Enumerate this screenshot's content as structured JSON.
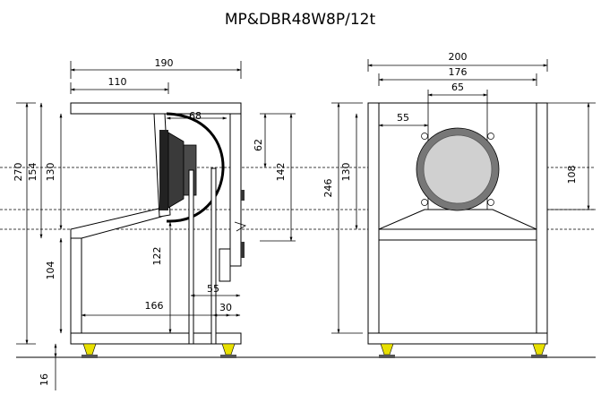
{
  "title": "MP&DBR48W8P/12t",
  "side_view": {
    "overall_depth": "190",
    "baffle_offset": "110",
    "total_height": "270",
    "upper_height": "154",
    "chamber_height": "130",
    "horn_arc": "68",
    "driver_offset": "62",
    "rear_chamber": "142",
    "duct_length": "122",
    "base_height": "104",
    "inner_length": "166",
    "port_width": "55",
    "slot_width": "30",
    "foot_height": "16"
  },
  "front_view": {
    "overall_width": "200",
    "inner_width": "176",
    "driver_width": "65",
    "driver_offset": "55",
    "inner_height": "246",
    "chamber_height": "130",
    "driver_center": "108"
  }
}
